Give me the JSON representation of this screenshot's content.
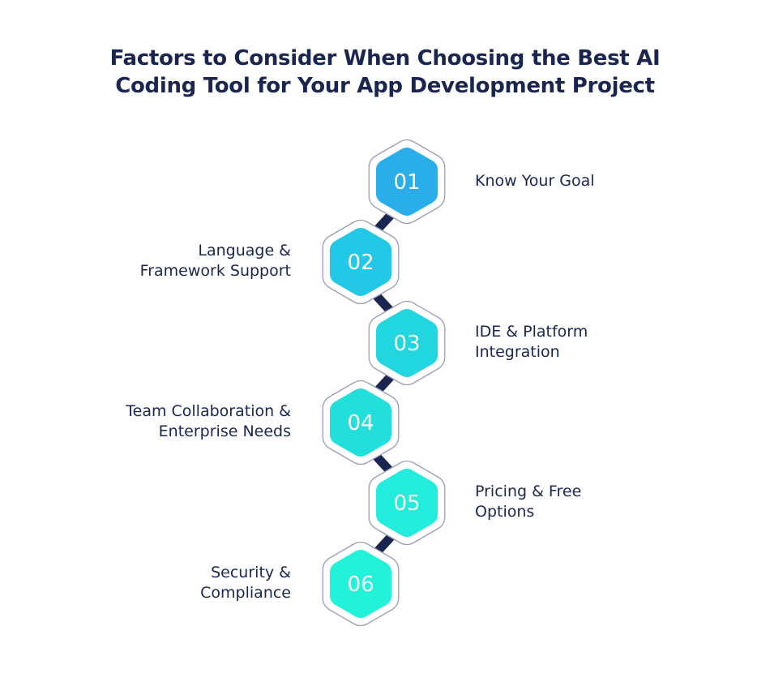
{
  "title": {
    "line1": "Factors to Consider When Choosing the Best AI",
    "line2": "Coding Tool for Your App Development Project"
  },
  "colors": {
    "title": "#1b2650",
    "connector": "#1b2650",
    "hex_outline": "#9aa0b4"
  },
  "steps": [
    {
      "number": "01",
      "label_lines": [
        "Know Your Goal"
      ],
      "side": "right",
      "color": "#29aee9"
    },
    {
      "number": "02",
      "label_lines": [
        "Language &",
        "Framework Support"
      ],
      "side": "left",
      "color": "#22c8e6"
    },
    {
      "number": "03",
      "label_lines": [
        "IDE & Platform",
        "Integration"
      ],
      "side": "right",
      "color": "#22d6e0"
    },
    {
      "number": "04",
      "label_lines": [
        "Team Collaboration &",
        "Enterprise Needs"
      ],
      "side": "left",
      "color": "#22dfdc"
    },
    {
      "number": "05",
      "label_lines": [
        "Pricing & Free",
        "Options"
      ],
      "side": "right",
      "color": "#22ecdc"
    },
    {
      "number": "06",
      "label_lines": [
        "Security &",
        "Compliance"
      ],
      "side": "left",
      "color": "#22f2d8"
    }
  ]
}
